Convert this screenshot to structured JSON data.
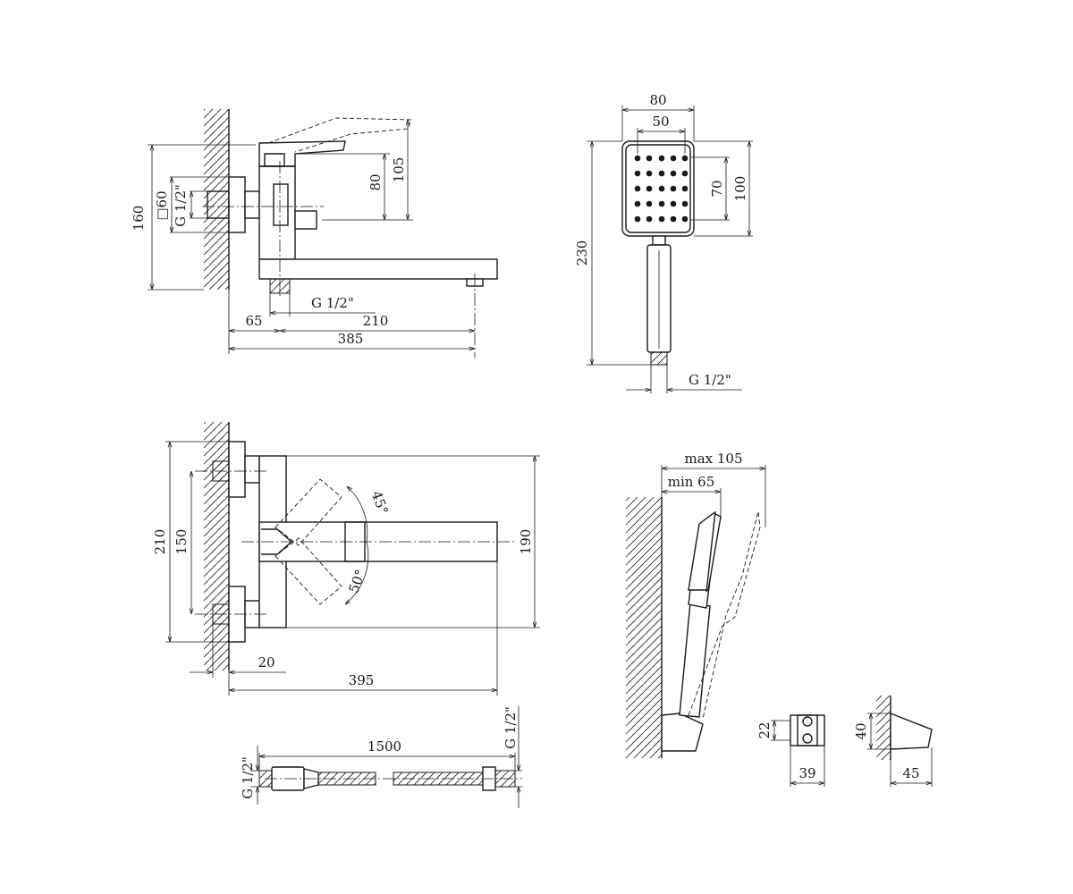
{
  "views": {
    "side": {
      "dims": {
        "height_total": "160",
        "square": "□60",
        "inlet": "G 1/2\"",
        "handle_height": "80",
        "handle_height_max": "105",
        "outlet": "G 1/2\"",
        "offset": "65",
        "spout": "210",
        "length": "385"
      }
    },
    "shower_head": {
      "dims": {
        "width_outer": "80",
        "width_inner": "50",
        "height_inner": "70",
        "height_outer": "100",
        "length": "230",
        "thread": "G 1/2\""
      }
    },
    "top": {
      "dims": {
        "spacing_outer": "210",
        "spacing_inner": "150",
        "spout_width": "190",
        "angle_upper": "45°",
        "angle_lower": "50°",
        "wall_offset": "20",
        "reach": "395"
      }
    },
    "holder": {
      "dims": {
        "max_reach": "max 105",
        "min_reach": "min 65"
      }
    },
    "bracket_front": {
      "dims": {
        "height": "22",
        "width": "39"
      }
    },
    "bracket_side": {
      "dims": {
        "height": "40",
        "depth": "45"
      }
    },
    "hose": {
      "dims": {
        "length": "1500",
        "thread_left": "G 1/2\"",
        "thread_right": "G 1/2\""
      }
    }
  }
}
